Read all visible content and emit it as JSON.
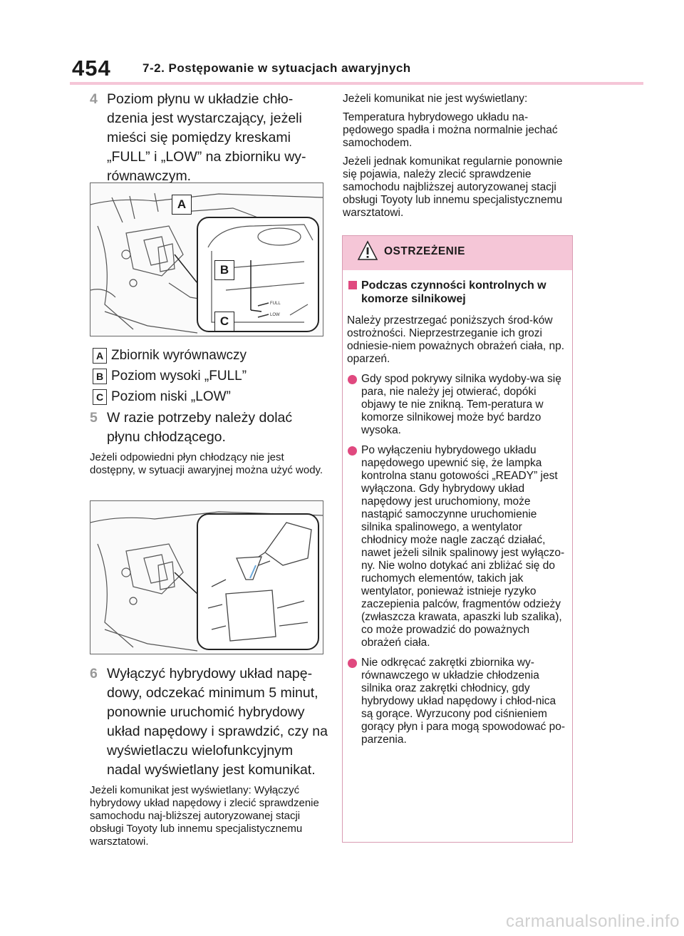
{
  "header": {
    "page_number": "454",
    "section_title": "7-2. Postępowanie w sytuacjach awaryjnych"
  },
  "left": {
    "step4": {
      "num": "4",
      "text": "Poziom płynu w układzie chło-dzenia jest wystarczający, jeżeli mieści się pomiędzy kreskami „FULL” i „LOW” na zbiorniku wy-równawczym."
    },
    "figure1": {
      "callout_a": "A",
      "callout_b": "B",
      "callout_c": "C",
      "mark_full": "FULL",
      "mark_low": "LOW"
    },
    "labels": [
      {
        "key": "A",
        "text": "Zbiornik wyrównawczy"
      },
      {
        "key": "B",
        "text": "Poziom wysoki „FULL”"
      },
      {
        "key": "C",
        "text": "Poziom niski „LOW”"
      }
    ],
    "step5": {
      "num": "5",
      "text": "W razie potrzeby należy dolać płynu chłodzącego."
    },
    "note5": "Jeżeli odpowiedni płyn chłodzący nie jest dostępny, w sytuacji awaryjnej można użyć wody.",
    "step6": {
      "num": "6",
      "text": "Wyłączyć hybrydowy układ napę-dowy, odczekać minimum 5 minut, ponownie uruchomić hybrydowy układ napędowy i sprawdzić, czy na wyświetlaczu wielofunkcyjnym nadal wyświetlany jest komunikat."
    },
    "note6": "Jeżeli komunikat jest wyświetlany: Wyłączyć hybrydowy układ napędowy i zlecić sprawdzenie samochodu naj-bliższej autoryzowanej stacji obsługi Toyoty lub innemu specjalistycznemu warsztatowi."
  },
  "right": {
    "p1": "Jeżeli komunikat nie jest wyświetlany:",
    "p2": "Temperatura hybrydowego układu na-pędowego spadła i można normalnie jechać samochodem.",
    "p3": "Jeżeli jednak komunikat regularnie ponownie się pojawia, należy zlecić sprawdzenie samochodu najbliższej autoryzowanej stacji obsługi Toyoty lub innemu specjalistycznemu warsztatowi."
  },
  "warning": {
    "title": "OSTRZEŻENIE",
    "subheading": "Podczas czynności kontrolnych w komorze silnikowej",
    "intro": "Należy przestrzegać poniższych środ-ków ostrożności. Nieprzestrzeganie ich grozi odniesie-niem poważnych obrażeń ciała, np. oparzeń.",
    "bullets": [
      "Gdy spod pokrywy silnika wydoby-wa się para, nie należy jej otwierać, dopóki objawy te nie znikną. Tem-peratura w komorze silnikowej może być bardzo wysoka.",
      "Po wyłączeniu hybrydowego układu napędowego upewnić się, że lampka kontrolna stanu gotowości „READY” jest wyłączona. Gdy hybrydowy układ napędowy jest uruchomiony, może nastąpić samoczynne uruchomienie silnika spalinowego, a wentylator chłodnicy może nagle zacząć działać, nawet jeżeli silnik spalinowy jest wyłączo-ny. Nie wolno dotykać ani zbliżać się do ruchomych elementów, takich jak wentylator, ponieważ istnieje ryzyko zaczepienia palców, fragmentów odzieży (zwłaszcza krawata, apaszki lub szalika), co może prowadzić do poważnych obrażeń ciała.",
      "Nie odkręcać zakrętki zbiornika wy-równawczego w układzie chłodzenia silnika oraz zakrętki chłodnicy, gdy hybrydowy układ napędowy i chłod-nica są gorące. Wyrzucony pod ciśnieniem gorący płyn i para mogą spowodować po-parzenia."
    ]
  },
  "watermark": "carmanualsonline.info"
}
